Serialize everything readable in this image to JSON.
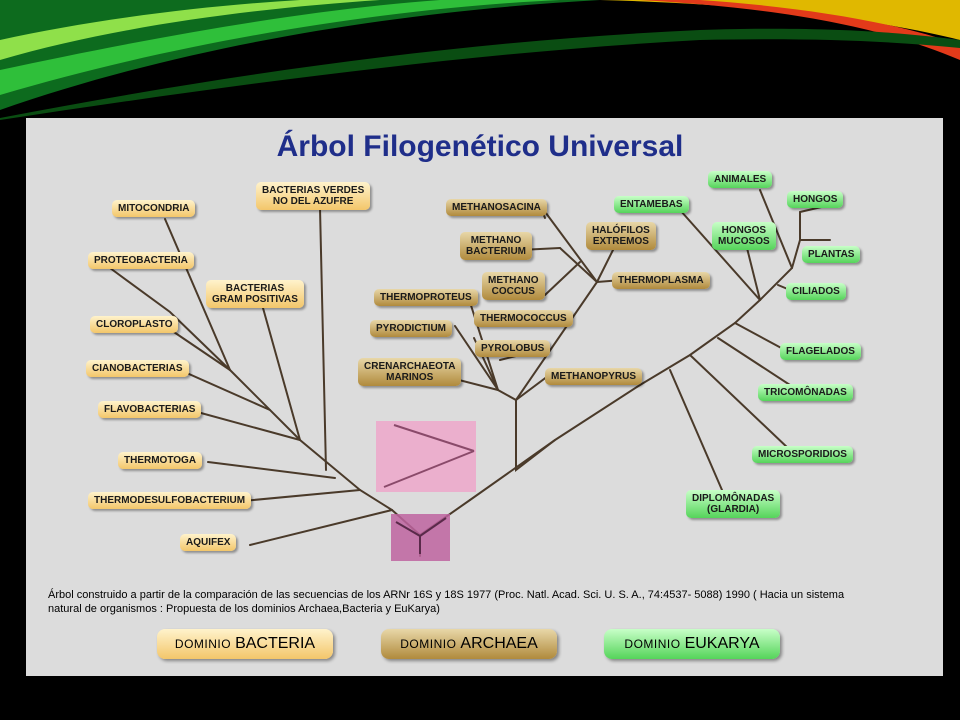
{
  "title": "Árbol Filogenético Universal",
  "colors": {
    "bacteria": "#f3c66a",
    "archaea": "#b08a3c",
    "eukarya": "#55d45a",
    "branch": "#4a3a2a",
    "title": "#1f2e8a"
  },
  "bacteria": {
    "mitocondria": "MITOCONDRIA",
    "proteobacteria": "PROTEOBACTERIA",
    "cloroplasto": "CLOROPLASTO",
    "cianobacterias": "CIANOBACTERIAS",
    "flavobacterias": "FLAVOBACTERIAS",
    "thermotoga": "THERMOTOGA",
    "thermodesulfobacterium": "THERMODESULFOBACTERIUM",
    "aquifex": "AQUIFEX",
    "verdes_1": "BACTERIAS VERDES",
    "verdes_2": "NO DEL AZUFRE",
    "gram_1": "BACTERIAS",
    "gram_2": "GRAM POSITIVAS"
  },
  "archaea": {
    "methanosacina": "METHANOSACINA",
    "methanobacterium_1": "METHANO",
    "methanobacterium_2": "BACTERIUM",
    "halofilos_1": "HALÓFILOS",
    "halofilos_2": "EXTREMOS",
    "methanococcus_1": "METHANO",
    "methanococcus_2": "COCCUS",
    "thermoplasma": "THERMOPLASMA",
    "thermoproteus": "THERMOPROTEUS",
    "thermococcus": "THERMOCOCCUS",
    "pyrodictium": "PYRODICTIUM",
    "pyrolobus": "PYROLOBUS",
    "crenarchaeota_1": "CRENARCHAEOTA",
    "crenarchaeota_2": "MARINOS",
    "methanopyrus": "METHANOPYRUS"
  },
  "eukarya": {
    "animales": "ANIMALES",
    "hongos": "HONGOS",
    "entamebas": "ENTAMEBAS",
    "hongos_mucosos_1": "HONGOS",
    "hongos_mucosos_2": "MUCOSOS",
    "plantas": "PLANTAS",
    "ciliados": "CILIADOS",
    "flagelados": "FLAGELADOS",
    "tricomonadas": "TRICOMÔNADAS",
    "microsporidios": "MICROSPORIDIOS",
    "diplomonadas_1": "DIPLOMÔNADAS",
    "diplomonadas_2": "(GLARDIA)"
  },
  "caption": "Árbol construido a partir de la comparación de las secuencias de los ARNr 16S y 18S 1977 (Proc. Natl. Acad. Sci. U. S. A., 74:4537- 5088) 1990 ( Hacia un sistema natural de organismos : Propuesta de los dominios Archaea,Bacteria y EuKarya)",
  "domains": {
    "bacteria": {
      "prefix": "DOMINIO",
      "name": "BACTERIA"
    },
    "archaea": {
      "prefix": "DOMINIO",
      "name": "ARCHAEA"
    },
    "eukarya": {
      "prefix": "DOMINIO",
      "name": "EUKARYA"
    }
  }
}
